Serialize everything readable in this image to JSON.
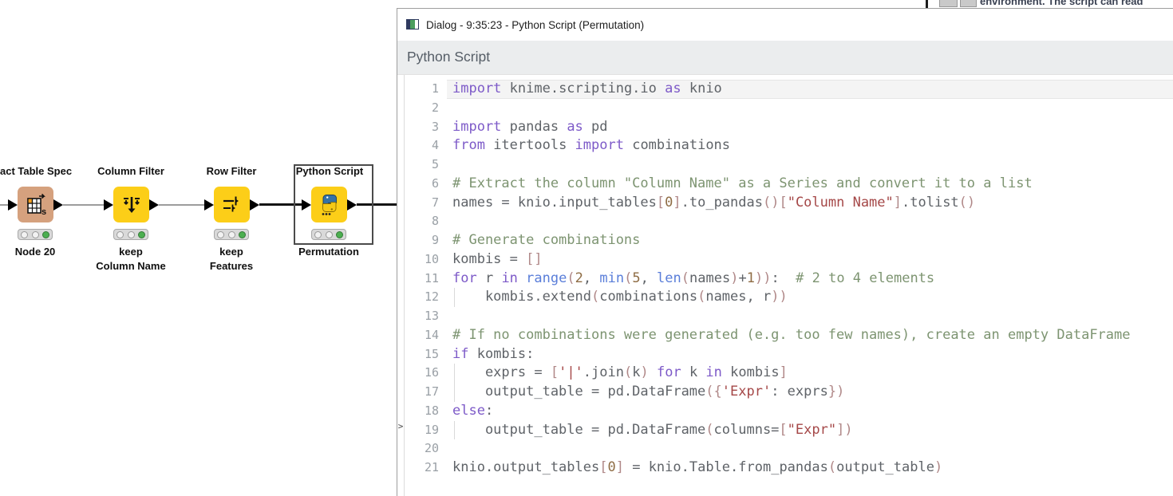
{
  "background_window": {
    "visible_text_fragment": "environment. The script can read"
  },
  "workflow": {
    "nodes": [
      {
        "title": "act Table Spec",
        "name_lines": [
          "Node 20"
        ],
        "type": "extract-table-spec",
        "selected": false,
        "status": [
          "off",
          "off",
          "on"
        ]
      },
      {
        "title": "Column Filter",
        "name_lines": [
          "keep",
          "Column Name"
        ],
        "type": "column-filter",
        "selected": false,
        "status": [
          "off",
          "off",
          "on"
        ]
      },
      {
        "title": "Row Filter",
        "name_lines": [
          "keep",
          "Features"
        ],
        "type": "row-filter",
        "selected": false,
        "status": [
          "off",
          "off",
          "on"
        ]
      },
      {
        "title": "Python Script",
        "name_lines": [
          "Permutation"
        ],
        "type": "python-script",
        "selected": true,
        "status": [
          "off",
          "off",
          "on"
        ]
      }
    ],
    "connections": [
      {
        "from": 0,
        "to": 1,
        "selected": false
      },
      {
        "from": 1,
        "to": 2,
        "selected": false
      },
      {
        "from": 2,
        "to": 3,
        "selected": true
      },
      {
        "from": 3,
        "to": "dialog",
        "selected": true
      }
    ]
  },
  "dialog": {
    "title": "Dialog - 9:35:23 - Python Script (Permutation)",
    "header": "Python Script",
    "expand_chevron": ">",
    "editor": {
      "active_line": 1,
      "lines": [
        {
          "no": 1,
          "active": true,
          "seg": [
            {
              "c": "k",
              "t": "import"
            },
            {
              "c": "d",
              "t": " knime.scripting.io "
            },
            {
              "c": "k",
              "t": "as"
            },
            {
              "c": "d",
              "t": " knio"
            }
          ]
        },
        {
          "no": 2,
          "seg": []
        },
        {
          "no": 3,
          "seg": [
            {
              "c": "k",
              "t": "import"
            },
            {
              "c": "d",
              "t": " pandas "
            },
            {
              "c": "k",
              "t": "as"
            },
            {
              "c": "d",
              "t": " pd"
            }
          ]
        },
        {
          "no": 4,
          "seg": [
            {
              "c": "k",
              "t": "from"
            },
            {
              "c": "d",
              "t": " itertools "
            },
            {
              "c": "k",
              "t": "import"
            },
            {
              "c": "d",
              "t": " combinations"
            }
          ]
        },
        {
          "no": 5,
          "seg": []
        },
        {
          "no": 6,
          "seg": [
            {
              "c": "c",
              "t": "# Extract the column \"Column Name\" as a Series and convert it to a list"
            }
          ]
        },
        {
          "no": 7,
          "seg": [
            {
              "c": "d",
              "t": "names = knio.input_tables"
            },
            {
              "c": "p",
              "t": "["
            },
            {
              "c": "n",
              "t": "0"
            },
            {
              "c": "p",
              "t": "]"
            },
            {
              "c": "d",
              "t": ".to_pandas"
            },
            {
              "c": "p",
              "t": "()["
            },
            {
              "c": "s",
              "t": "\"Column Name\""
            },
            {
              "c": "p",
              "t": "]"
            },
            {
              "c": "d",
              "t": ".tolist"
            },
            {
              "c": "p",
              "t": "()"
            }
          ]
        },
        {
          "no": 8,
          "seg": []
        },
        {
          "no": 9,
          "seg": [
            {
              "c": "c",
              "t": "# Generate combinations"
            }
          ]
        },
        {
          "no": 10,
          "seg": [
            {
              "c": "d",
              "t": "kombis = "
            },
            {
              "c": "p",
              "t": "[]"
            }
          ]
        },
        {
          "no": 11,
          "seg": [
            {
              "c": "k",
              "t": "for"
            },
            {
              "c": "d",
              "t": " r "
            },
            {
              "c": "k",
              "t": "in"
            },
            {
              "c": "d",
              "t": " "
            },
            {
              "c": "b",
              "t": "range"
            },
            {
              "c": "p",
              "t": "("
            },
            {
              "c": "n",
              "t": "2"
            },
            {
              "c": "d",
              "t": ", "
            },
            {
              "c": "b",
              "t": "min"
            },
            {
              "c": "p",
              "t": "("
            },
            {
              "c": "n",
              "t": "5"
            },
            {
              "c": "d",
              "t": ", "
            },
            {
              "c": "b",
              "t": "len"
            },
            {
              "c": "p",
              "t": "("
            },
            {
              "c": "d",
              "t": "names"
            },
            {
              "c": "p",
              "t": ")"
            },
            {
              "c": "d",
              "t": "+"
            },
            {
              "c": "n",
              "t": "1"
            },
            {
              "c": "p",
              "t": "))"
            },
            {
              "c": "d",
              "t": ":  "
            },
            {
              "c": "c",
              "t": "# 2 to 4 elements"
            }
          ]
        },
        {
          "no": 12,
          "guide": true,
          "seg": [
            {
              "c": "d",
              "t": "    kombis.extend"
            },
            {
              "c": "p",
              "t": "("
            },
            {
              "c": "d",
              "t": "combinations"
            },
            {
              "c": "p",
              "t": "("
            },
            {
              "c": "d",
              "t": "names, r"
            },
            {
              "c": "p",
              "t": "))"
            }
          ]
        },
        {
          "no": 13,
          "seg": []
        },
        {
          "no": 14,
          "seg": [
            {
              "c": "c",
              "t": "# If no combinations were generated (e.g. too few names), create an empty DataFrame"
            }
          ]
        },
        {
          "no": 15,
          "seg": [
            {
              "c": "k",
              "t": "if"
            },
            {
              "c": "d",
              "t": " kombis:"
            }
          ]
        },
        {
          "no": 16,
          "guide": true,
          "seg": [
            {
              "c": "d",
              "t": "    exprs = "
            },
            {
              "c": "p",
              "t": "["
            },
            {
              "c": "s",
              "t": "'|'"
            },
            {
              "c": "d",
              "t": ".join"
            },
            {
              "c": "p",
              "t": "("
            },
            {
              "c": "d",
              "t": "k"
            },
            {
              "c": "p",
              "t": ")"
            },
            {
              "c": "d",
              "t": " "
            },
            {
              "c": "k",
              "t": "for"
            },
            {
              "c": "d",
              "t": " k "
            },
            {
              "c": "k",
              "t": "in"
            },
            {
              "c": "d",
              "t": " kombis"
            },
            {
              "c": "p",
              "t": "]"
            }
          ]
        },
        {
          "no": 17,
          "guide": true,
          "seg": [
            {
              "c": "d",
              "t": "    output_table = pd.DataFrame"
            },
            {
              "c": "p",
              "t": "({"
            },
            {
              "c": "s",
              "t": "'Expr'"
            },
            {
              "c": "d",
              "t": ": exprs"
            },
            {
              "c": "p",
              "t": "})"
            }
          ]
        },
        {
          "no": 18,
          "seg": [
            {
              "c": "k",
              "t": "else"
            },
            {
              "c": "d",
              "t": ":"
            }
          ]
        },
        {
          "no": 19,
          "guide": true,
          "seg": [
            {
              "c": "d",
              "t": "    output_table = pd.DataFrame"
            },
            {
              "c": "p",
              "t": "("
            },
            {
              "c": "d",
              "t": "columns="
            },
            {
              "c": "p",
              "t": "["
            },
            {
              "c": "s",
              "t": "\"Expr\""
            },
            {
              "c": "p",
              "t": "])"
            }
          ]
        },
        {
          "no": 20,
          "seg": []
        },
        {
          "no": 21,
          "seg": [
            {
              "c": "d",
              "t": "knio.output_tables"
            },
            {
              "c": "p",
              "t": "["
            },
            {
              "c": "n",
              "t": "0"
            },
            {
              "c": "p",
              "t": "]"
            },
            {
              "c": "d",
              "t": " = knio.Table.from_pandas"
            },
            {
              "c": "p",
              "t": "("
            },
            {
              "c": "d",
              "t": "output_table"
            },
            {
              "c": "p",
              "t": ")"
            }
          ]
        }
      ]
    }
  },
  "colors": {
    "node_yellow": "#fcce18",
    "node_tan": "#d5a17e",
    "status_green": "#4caf50",
    "keyword": "#7d5ac8",
    "builtin": "#5a7ed9",
    "string": "#a54848",
    "comment": "#7d9471",
    "number": "#8f6d45",
    "bracket": "#b08888",
    "code_text": "#5f6368"
  }
}
